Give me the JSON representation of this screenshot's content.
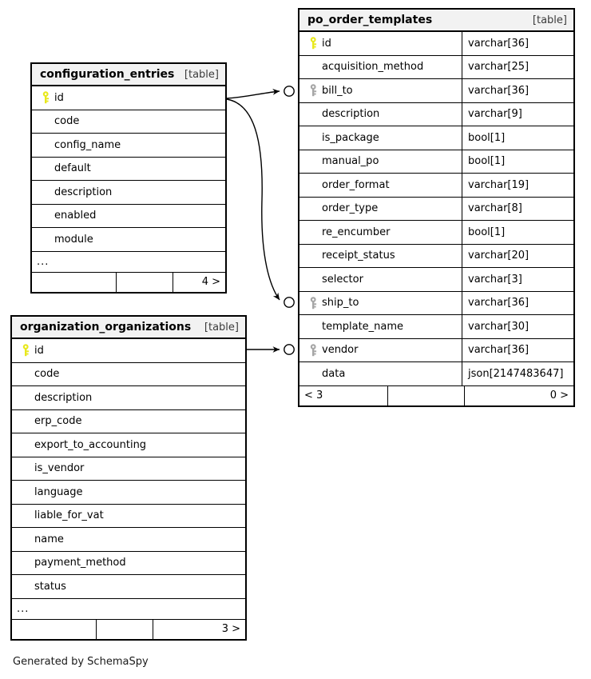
{
  "diagram": {
    "caption": "Generated by SchemaSpy",
    "kind_label": "[table]",
    "ellipsis": "...",
    "key_primary_color": "#e8e81c",
    "key_foreign_color": "#a6a6a6",
    "header_bg": "#f2f2f2",
    "border_color": "#000000"
  },
  "tables": {
    "po_order_templates": {
      "title": "po_order_templates",
      "kind": "[table]",
      "columns": [
        {
          "key": "primary",
          "name": "id",
          "type": "varchar[36]"
        },
        {
          "key": "none",
          "name": "acquisition_method",
          "type": "varchar[25]"
        },
        {
          "key": "foreign",
          "name": "bill_to",
          "type": "varchar[36]"
        },
        {
          "key": "none",
          "name": "description",
          "type": "varchar[9]"
        },
        {
          "key": "none",
          "name": "is_package",
          "type": "bool[1]"
        },
        {
          "key": "none",
          "name": "manual_po",
          "type": "bool[1]"
        },
        {
          "key": "none",
          "name": "order_format",
          "type": "varchar[19]"
        },
        {
          "key": "none",
          "name": "order_type",
          "type": "varchar[8]"
        },
        {
          "key": "none",
          "name": "re_encumber",
          "type": "bool[1]"
        },
        {
          "key": "none",
          "name": "receipt_status",
          "type": "varchar[20]"
        },
        {
          "key": "none",
          "name": "selector",
          "type": "varchar[3]"
        },
        {
          "key": "foreign",
          "name": "ship_to",
          "type": "varchar[36]"
        },
        {
          "key": "none",
          "name": "template_name",
          "type": "varchar[30]"
        },
        {
          "key": "foreign",
          "name": "vendor",
          "type": "varchar[36]"
        },
        {
          "key": "none",
          "name": "data",
          "type": "json[2147483647]"
        }
      ],
      "has_ellipsis": false,
      "footer": {
        "left": "< 3",
        "middle": "",
        "right": "0 >"
      }
    },
    "configuration_entries": {
      "title": "configuration_entries",
      "kind": "[table]",
      "columns": [
        {
          "key": "primary",
          "name": "id"
        },
        {
          "key": "none",
          "name": "code"
        },
        {
          "key": "none",
          "name": "config_name"
        },
        {
          "key": "none",
          "name": "default"
        },
        {
          "key": "none",
          "name": "description"
        },
        {
          "key": "none",
          "name": "enabled"
        },
        {
          "key": "none",
          "name": "module"
        }
      ],
      "has_ellipsis": true,
      "footer": {
        "left": "",
        "middle": "",
        "right": "4 >"
      }
    },
    "organization_organizations": {
      "title": "organization_organizations",
      "kind": "[table]",
      "columns": [
        {
          "key": "primary",
          "name": "id"
        },
        {
          "key": "none",
          "name": "code"
        },
        {
          "key": "none",
          "name": "description"
        },
        {
          "key": "none",
          "name": "erp_code"
        },
        {
          "key": "none",
          "name": "export_to_accounting"
        },
        {
          "key": "none",
          "name": "is_vendor"
        },
        {
          "key": "none",
          "name": "language"
        },
        {
          "key": "none",
          "name": "liable_for_vat"
        },
        {
          "key": "none",
          "name": "name"
        },
        {
          "key": "none",
          "name": "payment_method"
        },
        {
          "key": "none",
          "name": "status"
        }
      ],
      "has_ellipsis": true,
      "footer": {
        "left": "",
        "middle": "",
        "right": "3 >"
      }
    }
  },
  "relationships": [
    {
      "from_table": "configuration_entries",
      "from_column": "id",
      "to_table": "po_order_templates",
      "to_column": "bill_to"
    },
    {
      "from_table": "configuration_entries",
      "from_column": "id",
      "to_table": "po_order_templates",
      "to_column": "ship_to"
    },
    {
      "from_table": "organization_organizations",
      "from_column": "id",
      "to_table": "po_order_templates",
      "to_column": "vendor"
    }
  ]
}
